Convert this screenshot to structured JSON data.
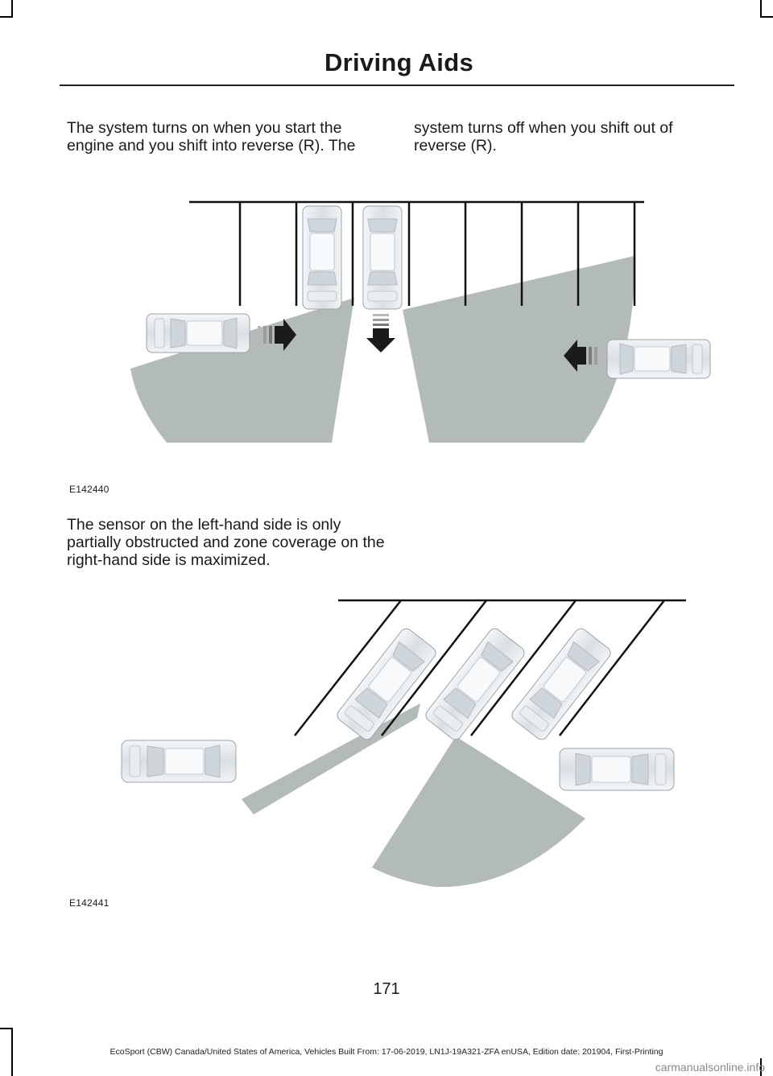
{
  "header": {
    "title": "Driving Aids"
  },
  "content": {
    "para_1": "The system turns on when you start the engine and you shift into reverse (R). The",
    "para_2": "system turns off when you shift out of reverse (R).",
    "para_3": "The sensor on the left-hand side is only partially obstructed and zone coverage on the right-hand side is maximized."
  },
  "figures": [
    {
      "code": "E142440"
    },
    {
      "code": "E142441"
    }
  ],
  "colors": {
    "zone": "#b3bbb8",
    "car_body": "#e6ebee",
    "line": "#111111"
  },
  "footer": {
    "page_number": "171",
    "edition": "EcoSport (CBW) Canada/United States of America, Vehicles Built From: 17-06-2019, LN1J-19A321-ZFA enUSA, Edition date: 201904, First-Printing",
    "watermark": "carmanualsonline.info"
  }
}
